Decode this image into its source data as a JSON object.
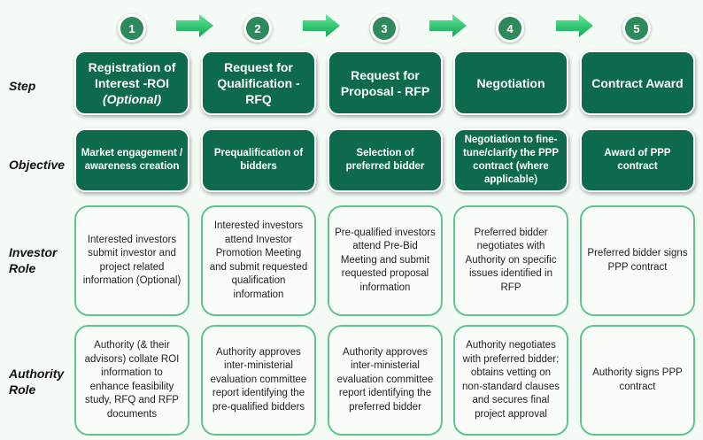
{
  "step_numbers": [
    "1",
    "2",
    "3",
    "4",
    "5"
  ],
  "row_labels": {
    "step": "Step",
    "objective": "Objective",
    "investor_role_1": "Investor",
    "investor_role_2": "Role",
    "authority_role_1": "Authority",
    "authority_role_2": "Role"
  },
  "steps": [
    {
      "lines": [
        "Registration of",
        "Interest -ROI"
      ],
      "italic": "(Optional)"
    },
    {
      "lines": [
        "Request for",
        "Qualification -",
        "RFQ"
      ],
      "italic": ""
    },
    {
      "lines": [
        "Request for",
        "Proposal - RFP"
      ],
      "italic": ""
    },
    {
      "lines": [
        "Negotiation"
      ],
      "italic": ""
    },
    {
      "lines": [
        "Contract Award"
      ],
      "italic": ""
    }
  ],
  "objectives": [
    "Market engagement / awareness creation",
    "Prequalification of bidders",
    "Selection of preferred bidder",
    "Negotiation to fine-tune/clarify the PPP contract (where applicable)",
    "Award of PPP contract"
  ],
  "investor_roles": [
    "Interested investors submit investor and project related information (Optional)",
    "Interested investors attend Investor Promotion Meeting and submit requested qualification information",
    "Pre-qualified investors attend Pre-Bid Meeting and submit requested proposal information",
    "Preferred bidder negotiates with Authority on specific issues identified in RFP",
    "Preferred bidder signs PPP contract"
  ],
  "authority_roles": [
    "Authority (& their advisors) collate ROI information to enhance feasibility study, RFQ and RFP documents",
    "Authority approves inter-ministerial evaluation committee report identifying the pre-qualified bidders",
    "Authority approves inter-ministerial evaluation committee report identifying the preferred bidder",
    "Authority negotiates with preferred bidder; obtains vetting on non-standard clauses and secures final project approval",
    "Authority signs  PPP contract"
  ],
  "colors": {
    "dark_green": "#0d6a4c",
    "circle_green": "#2e8a5c",
    "arrow_green": "#22c46a",
    "light_border": "#5fc58d",
    "background": "#f3fbf4"
  }
}
